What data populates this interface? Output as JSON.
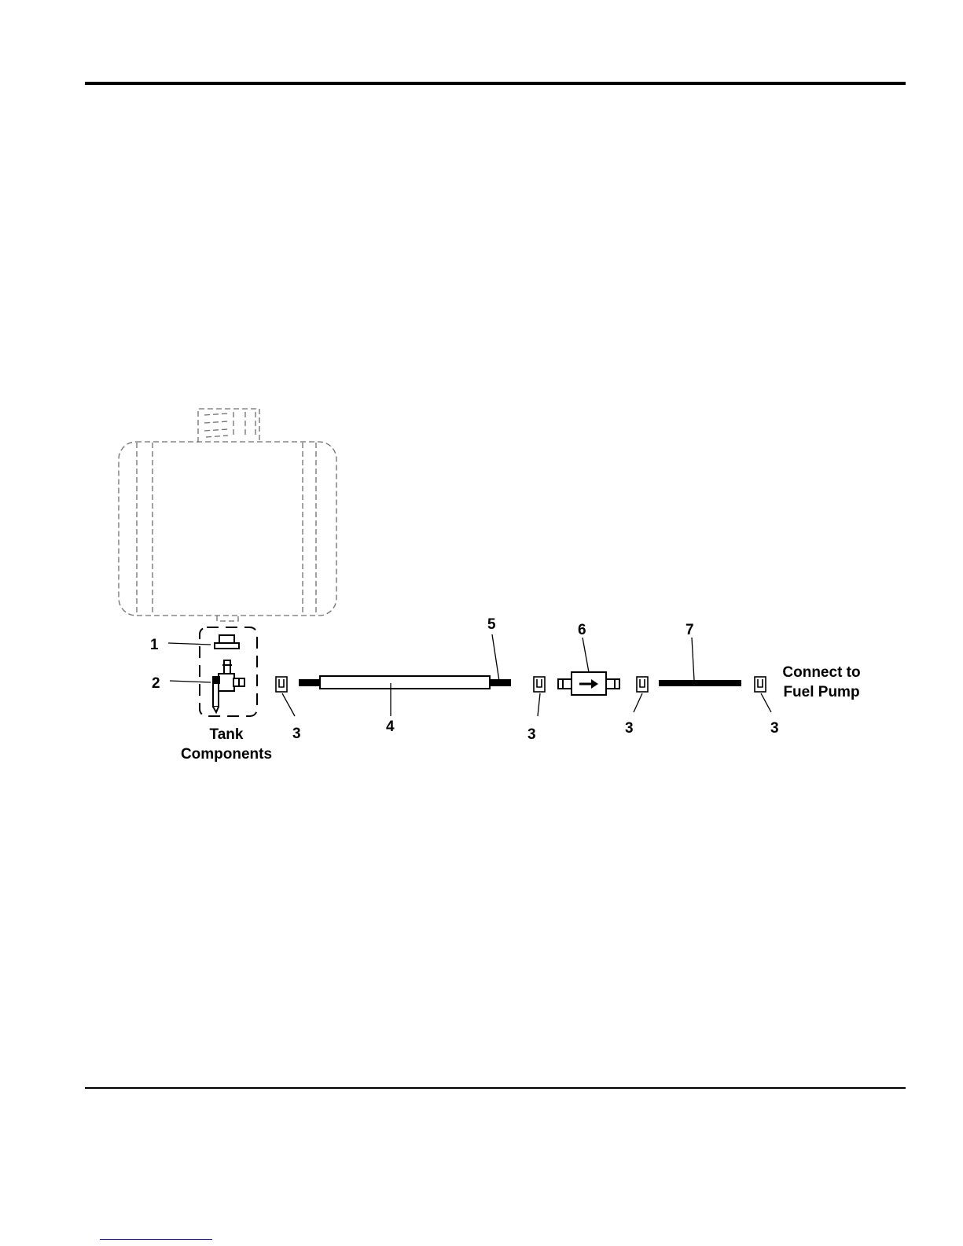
{
  "diagram": {
    "callouts": {
      "c1": "1",
      "c2": "2",
      "c3": "3",
      "c4": "4",
      "c5": "5",
      "c6": "6",
      "c7": "7"
    },
    "tank_group_label": {
      "line1": "Tank",
      "line2": "Components"
    },
    "destination_label": {
      "line1": "Connect to",
      "line2": "Fuel Pump"
    },
    "colors": {
      "ink": "#000000",
      "tank_outline": "#6f6f6f",
      "background": "#ffffff",
      "footer_rule": "#0000cc"
    },
    "icons": [
      "fuel-tank-icon",
      "cap-icon",
      "shutoff-valve-icon",
      "hose-clamp-icon",
      "fuel-hose-icon",
      "hose-sleeve-icon",
      "inline-fuel-filter-icon"
    ]
  }
}
